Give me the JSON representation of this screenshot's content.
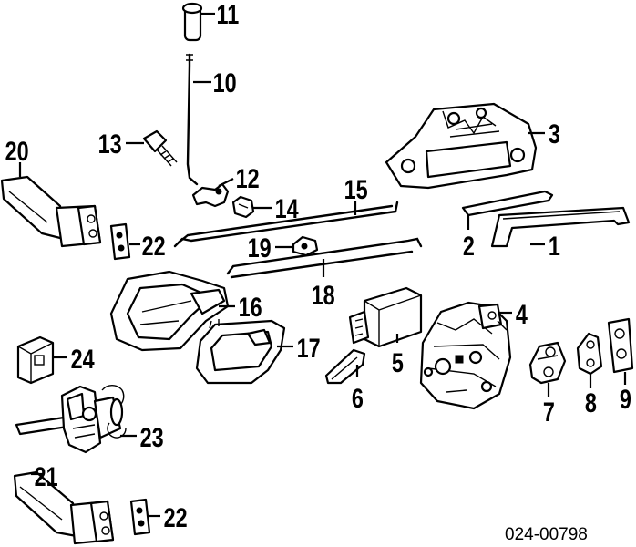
{
  "diagram": {
    "callouts": {
      "c1": "1",
      "c2": "2",
      "c3": "3",
      "c4": "4",
      "c5": "5",
      "c6": "6",
      "c7": "7",
      "c8": "8",
      "c9": "9",
      "c10": "10",
      "c11": "11",
      "c12": "12",
      "c13": "13",
      "c14": "14",
      "c15": "15",
      "c16": "16",
      "c17": "17",
      "c18": "18",
      "c19": "19",
      "c20": "20",
      "c21": "21",
      "c22a": "22",
      "c22b": "22",
      "c23": "23",
      "c24": "24"
    },
    "diagram_code": "024-00798"
  }
}
